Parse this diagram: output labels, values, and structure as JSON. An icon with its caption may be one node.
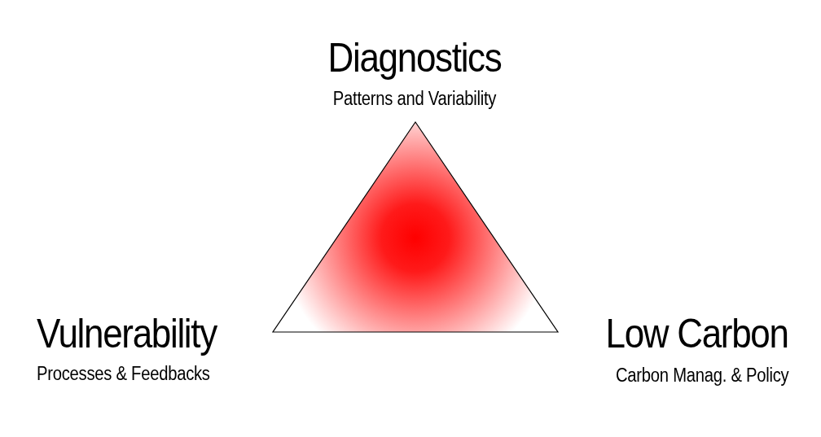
{
  "diagram": {
    "nodes": [
      {
        "text": [],
        "shape": "triangle"
      }
    ],
    "edges": [],
    "labels": [
      "Diagnostics",
      "Patterns and Variability",
      "Vulnerability",
      "Processes & Feedbacks",
      "Low Carbon",
      "Carbon Manag. & Policy"
    ]
  }
}
